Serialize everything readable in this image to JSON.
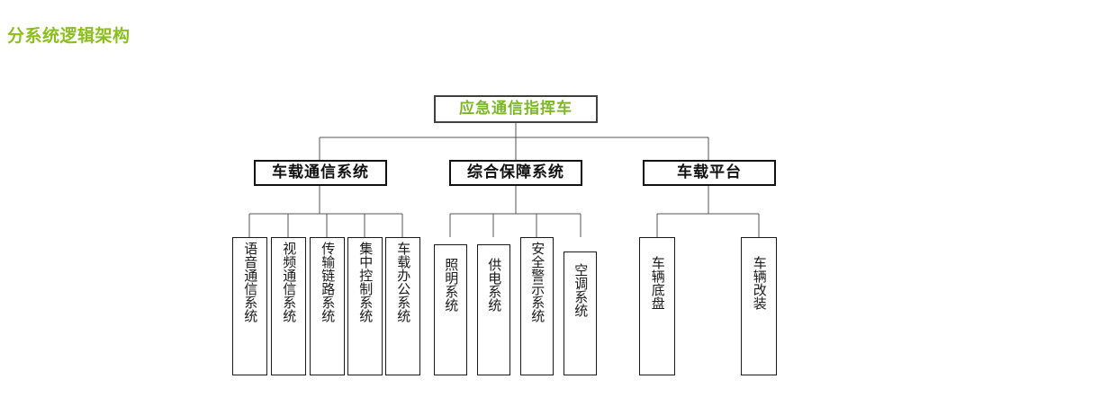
{
  "title": "分系统逻辑架构",
  "theme": {
    "title_color": "#8cbe1e",
    "root_text_color": "#7db728",
    "root_border_color": "#404040",
    "node_border_color": "#111111",
    "node_text_color": "#111111",
    "background": "#ffffff",
    "line_color": "#555555"
  },
  "diagram": {
    "type": "org-chart",
    "root": {
      "label": "应急通信指挥车"
    },
    "branches": [
      {
        "label": "车载通信系统",
        "leaves": [
          {
            "label": "语音通信系统"
          },
          {
            "label": "视频通信系统"
          },
          {
            "label": "传输链路系统"
          },
          {
            "label": "集中控制系统"
          },
          {
            "label": "车载办公系统"
          }
        ]
      },
      {
        "label": "综合保障系统",
        "leaves": [
          {
            "label": "照明系统"
          },
          {
            "label": "供电系统"
          },
          {
            "label": "安全警示系统"
          },
          {
            "label": "空调系统"
          }
        ]
      },
      {
        "label": "车载平台",
        "leaves": [
          {
            "label": "车辆底盘"
          },
          {
            "label": "车辆改装"
          }
        ]
      }
    ]
  }
}
